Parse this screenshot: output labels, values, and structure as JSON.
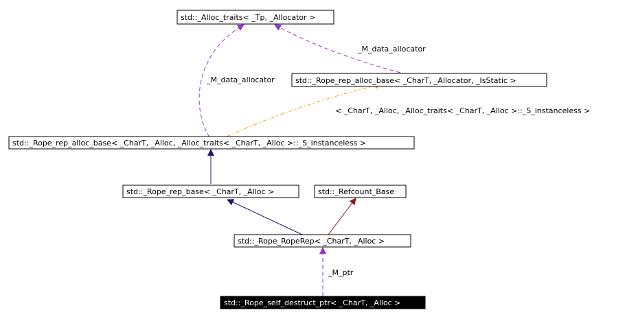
{
  "nodes": {
    "alloc_traits": "std::_Alloc_traits< _Tp, _Allocator >",
    "rep_alloc_base_generic": "std::_Rope_rep_alloc_base< _CharT, _Allocator, _IsStatic >",
    "rep_alloc_base_inst": "std::_Rope_rep_alloc_base< _CharT, _Alloc, _Alloc_traits< _CharT, _Alloc >::_S_instanceless >",
    "rep_base": "std::_Rope_rep_base< _CharT, _Alloc >",
    "refcount_base": "std::_Refcount_Base",
    "rope_rep": "std::_Rope_RopeRep< _CharT, _Alloc >",
    "self_destruct_ptr": "std::_Rope_self_destruct_ptr< _CharT, _Alloc >"
  },
  "edge_labels": {
    "m_data_allocator_right": "_M_data_allocator",
    "m_data_allocator_left": "_M_data_allocator",
    "template_args": "< _CharT, _Alloc, _Alloc_traits< _CharT, _Alloc >::_S_instanceless >",
    "m_ptr": "_M_ptr"
  },
  "colors": {
    "usage_edge": "#9a32cd",
    "template_edge": "#ffa500",
    "inherit_public": "#191970",
    "inherit_refcount": "#8b1a1a",
    "highlight_fill": "#000000"
  }
}
